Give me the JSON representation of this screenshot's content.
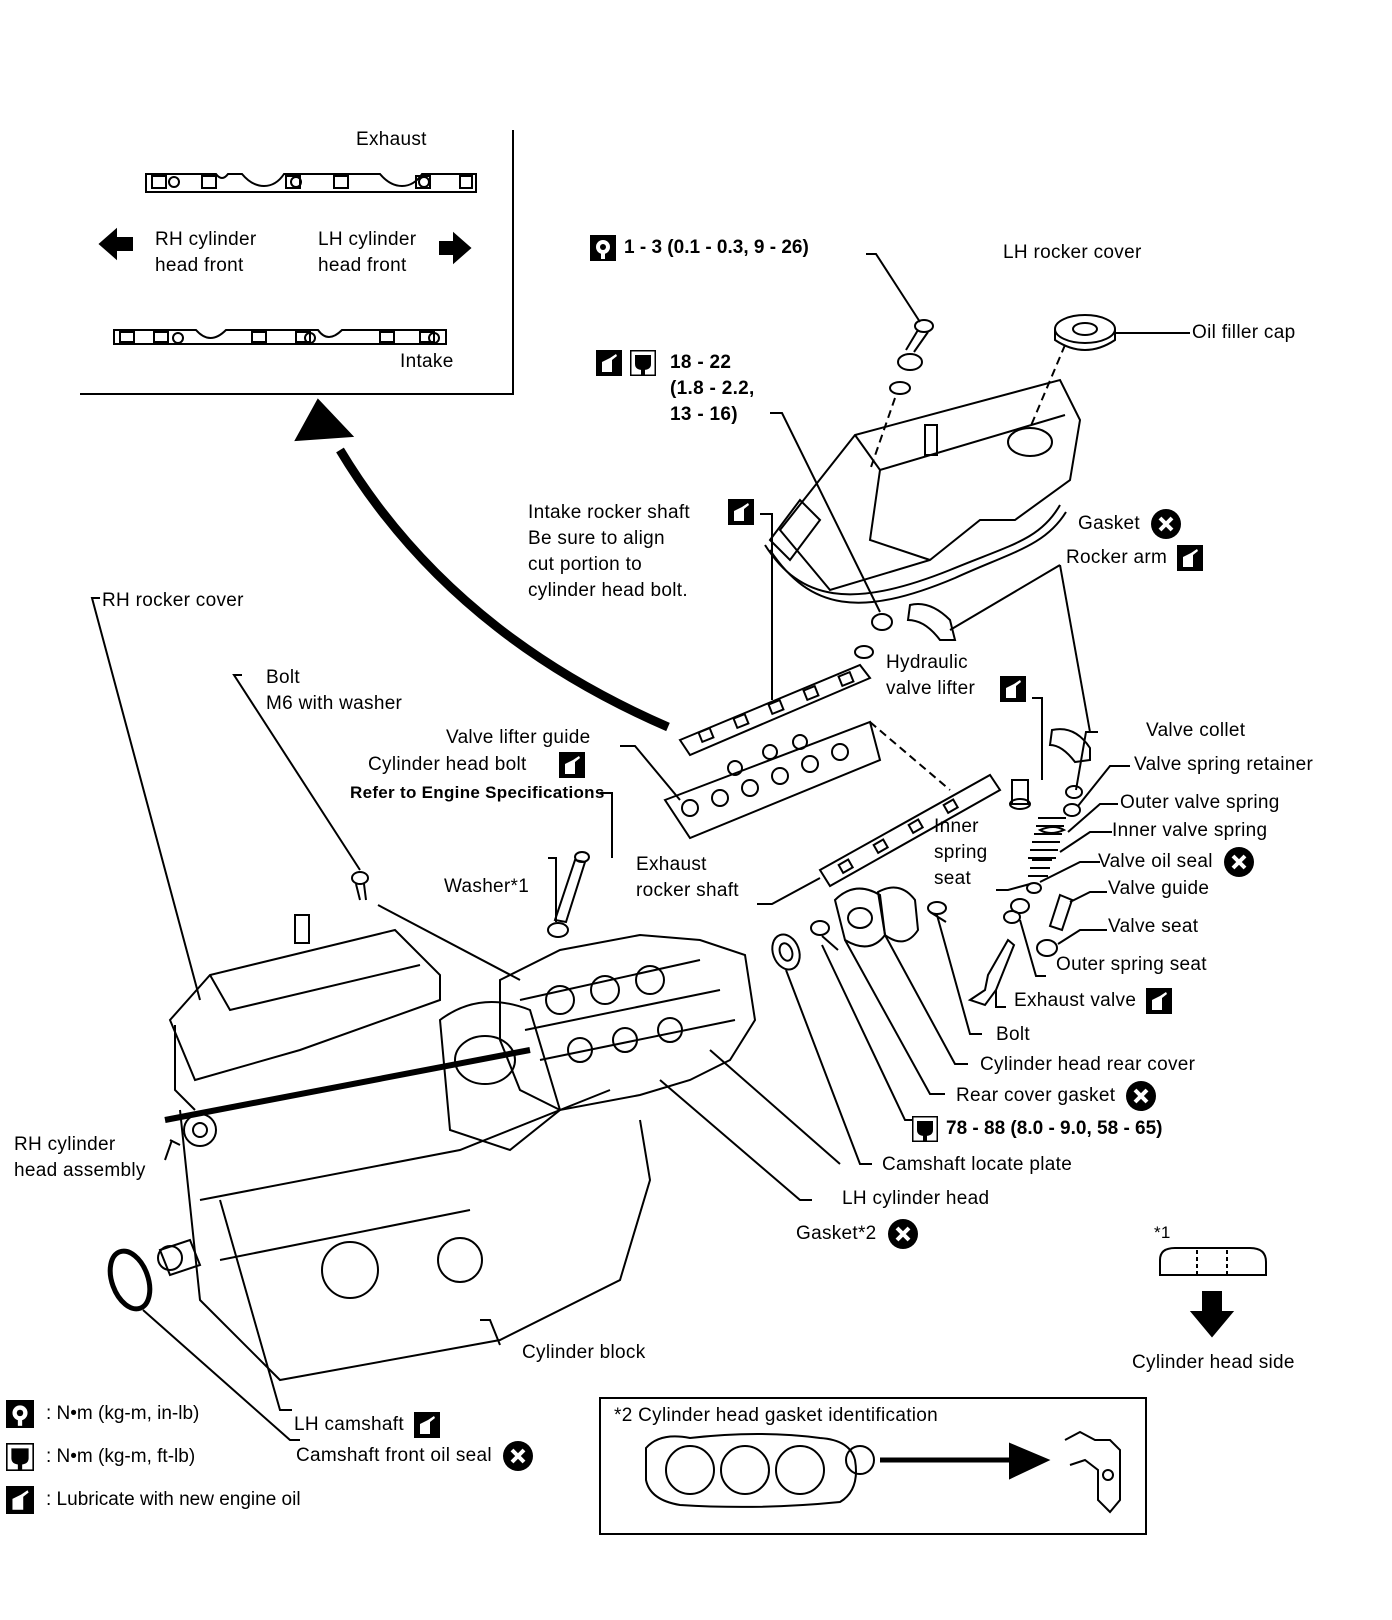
{
  "inset": {
    "exhaust_label": "Exhaust",
    "intake_label": "Intake",
    "rh_front": "RH cylinder\nhead front",
    "lh_front": "LH cylinder\nhead front"
  },
  "torque": {
    "rocker_cover_bolt": "1 - 3 (0.1 - 0.3, 9 - 26)",
    "rocker_shaft_bolt": "18 - 22\n(1.8 - 2.2,\n13 - 16)",
    "rear_cover_bolt": "78 - 88 (8.0 - 9.0, 58 - 65)"
  },
  "labels": {
    "lh_rocker_cover": "LH rocker cover",
    "oil_filler_cap": "Oil filler cap",
    "gasket": "Gasket",
    "rocker_arm": "Rocker arm",
    "intake_rocker_shaft": "Intake rocker shaft\nBe sure to align\ncut portion to\ncylinder head bolt.",
    "rh_rocker_cover": "RH rocker cover",
    "hydraulic_valve_lifter": "Hydraulic\nvalve lifter",
    "bolt_m6": "Bolt\nM6 with washer",
    "valve_lifter_guide": "Valve lifter guide",
    "cylinder_head_bolt": "Cylinder head bolt",
    "refer_prefix": "Refer to",
    "refer_rest": "Engine Specifications",
    "valve_collet": "Valve collet",
    "valve_spring_retainer": "Valve spring retainer",
    "outer_valve_spring": "Outer valve spring",
    "inner_valve_spring": "Inner valve spring",
    "valve_oil_seal": "Valve oil seal",
    "valve_guide": "Valve guide",
    "valve_seat": "Valve seat",
    "inner_spring_seat": "Inner\nspring\nseat",
    "exhaust_rocker_shaft": "Exhaust\nrocker shaft",
    "washer": "Washer*1",
    "outer_spring_seat": "Outer spring seat",
    "exhaust_valve": "Exhaust valve",
    "bolt": "Bolt",
    "cylinder_head_rear_cover": "Cylinder head rear cover",
    "rear_cover_gasket": "Rear cover gasket",
    "camshaft_locate_plate": "Camshaft locate plate",
    "lh_cylinder_head": "LH cylinder head",
    "gasket2": "Gasket*2",
    "rh_cylinder_head_assembly": "RH cylinder\nhead assembly",
    "cylinder_block": "Cylinder block",
    "lh_camshaft": "LH camshaft",
    "camshaft_front_oil_seal": "Camshaft front oil seal"
  },
  "note1": {
    "mark": "*1",
    "caption": "Cylinder head side"
  },
  "note2": {
    "title": "*2 Cylinder head gasket identification"
  },
  "legend": [
    {
      "icon": "torque-small",
      "text": ": N•m (kg-m, in-lb)"
    },
    {
      "icon": "torque",
      "text": ": N•m (kg-m, ft-lb)"
    },
    {
      "icon": "oil-can",
      "text": ": Lubricate with new engine oil"
    }
  ]
}
